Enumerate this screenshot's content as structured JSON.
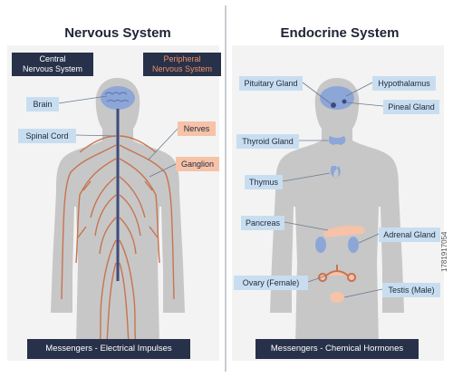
{
  "nervous": {
    "title": "Nervous System",
    "central_label": "Central\nNervous System",
    "peripheral_label": "Peripheral\nNervous System",
    "labels": {
      "brain": "Brain",
      "spinal_cord": "Spinal Cord",
      "nerves": "Nerves",
      "ganglion": "Ganglion"
    },
    "footer": "Messengers - Electrical Impulses"
  },
  "endocrine": {
    "title": "Endocrine System",
    "labels": {
      "pituitary": "Pituitary Gland",
      "hypothalamus": "Hypothalamus",
      "pineal": "Pineal Gland",
      "thyroid": "Thyroid Gland",
      "thymus": "Thymus",
      "pancreas": "Pancreas",
      "adrenal": "Adrenal Gland",
      "ovary": "Ovary (Female)",
      "testis": "Testis (Male)"
    },
    "footer": "Messengers - Chemical Hormones"
  },
  "stock_id": "1781917054",
  "colors": {
    "body": "#c7c7c7",
    "brain": "#8da6d8",
    "nerve": "#c8734f",
    "spine": "#3e4a7a",
    "label_blue": "#c8def0",
    "label_orange": "#f6c2a8",
    "dark": "#273149",
    "accent_orange": "#f08f63"
  }
}
